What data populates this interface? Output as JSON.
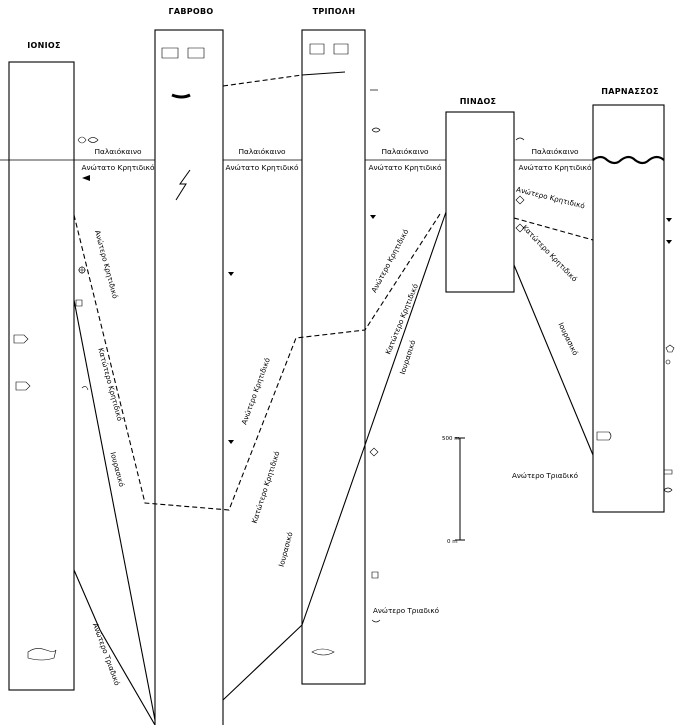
{
  "columns": [
    {
      "id": "ionios",
      "title": "ΙΟΝΙΟΣ"
    },
    {
      "id": "gavrovo",
      "title": "ΓΑΒΡΟΒΟ"
    },
    {
      "id": "tripoli",
      "title": "ΤΡΙΠΟΛΗ"
    },
    {
      "id": "pindos",
      "title": "ΠΙΝΔΟΣ"
    },
    {
      "id": "parnassos",
      "title": "ΠΑΡΝΑΣΣΟΣ"
    }
  ],
  "boundary_labels": {
    "paleocene": "Παλαιόκαινο",
    "upper_most_cretaceous": "Ανώτατο Κρητιδικό"
  },
  "age_labels": {
    "upper_cretaceous": "Ανώτερο Κρητιδικό",
    "lower_cretaceous": "Κατώτερο Κρητιδικό",
    "jurassic": "Ιουρασικό",
    "upper_triassic": "Ανώτερο Τριαδικό"
  },
  "scale_bar": {
    "top_label": "500 m",
    "bottom_label": "0 m"
  }
}
